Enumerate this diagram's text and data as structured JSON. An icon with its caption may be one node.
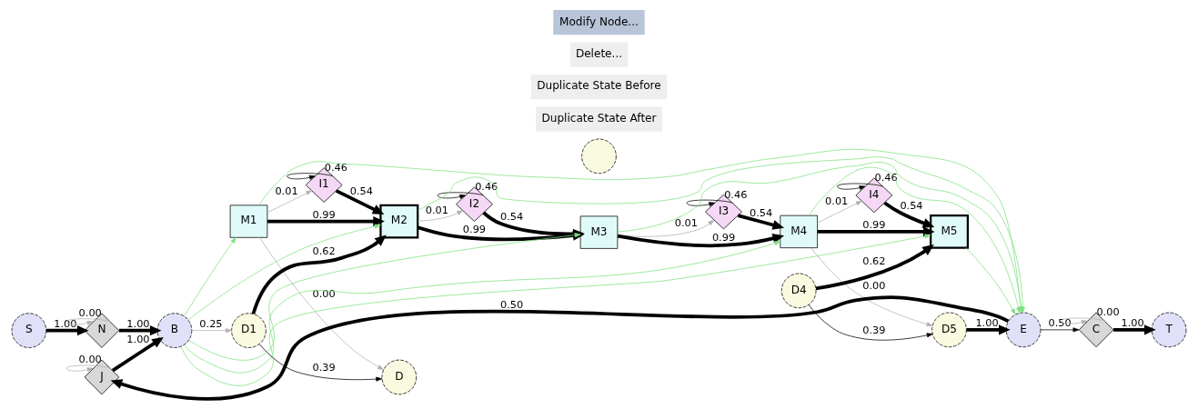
{
  "diagram": {
    "nodes": [
      {
        "text": [
          "I1"
        ]
      },
      {
        "text": [
          "I2"
        ]
      },
      {
        "text": [
          "I3"
        ]
      },
      {
        "text": [
          "I4"
        ]
      },
      {
        "text": [
          "M1"
        ]
      },
      {
        "text": [
          "M2"
        ]
      },
      {
        "text": [
          "M3"
        ]
      },
      {
        "text": [
          "M4"
        ]
      },
      {
        "text": [
          "M5"
        ]
      },
      {
        "text": [
          "E"
        ]
      },
      {
        "text": [
          "C"
        ]
      },
      {
        "text": [
          "T"
        ]
      },
      {
        "text": [
          "S"
        ]
      },
      {
        "text": [
          "N"
        ]
      },
      {
        "text": [
          "B"
        ]
      },
      {
        "text": [
          "D1"
        ]
      },
      {
        "text": [
          "D"
        ]
      },
      {
        "text": [],
        "shape": "circle"
      },
      {
        "text": [
          "D4"
        ]
      },
      {
        "text": [
          "D5"
        ]
      },
      {
        "text": [
          "J"
        ]
      }
    ],
    "edges": [
      {
        "from": 12,
        "to": 13,
        "arrow": "to",
        "label": "1.00",
        "style": "thick"
      },
      {
        "from": 13,
        "to": 13,
        "arrow": "to",
        "label": "0.00",
        "color": "#b0b0b0"
      },
      {
        "from": 13,
        "to": 14,
        "arrow": "to",
        "label": "1.00",
        "style": "thick"
      },
      {
        "from": 14,
        "to": 4,
        "arrow": "to",
        "color": "#80e080"
      },
      {
        "from": 14,
        "to": 5,
        "arrow": "to",
        "color": "#80e080"
      },
      {
        "from": 14,
        "to": 6,
        "arrow": "to",
        "color": "#80e080"
      },
      {
        "from": 14,
        "to": 7,
        "arrow": "to",
        "color": "#80e080"
      },
      {
        "from": 14,
        "to": 8,
        "arrow": "to",
        "color": "#80e080"
      },
      {
        "from": 14,
        "to": 15,
        "arrow": "to",
        "label": "0.25",
        "color": "#b0b0b0"
      },
      {
        "from": 4,
        "to": 5,
        "arrow": "to",
        "label": "0.99",
        "style": "thick"
      },
      {
        "from": 4,
        "to": 0,
        "arrow": "to",
        "label": "0.01",
        "color": "#b0b0b0"
      },
      {
        "from": 4,
        "to": 16,
        "arrow": "to",
        "label": "0.00",
        "color": "#b0b0b0"
      },
      {
        "from": 0,
        "to": 0,
        "arrow": "to",
        "label": "0.46"
      },
      {
        "from": 0,
        "to": 5,
        "arrow": "to",
        "label": "0.54",
        "style": "thick"
      },
      {
        "from": 15,
        "to": 5,
        "arrow": "to",
        "label": "0.62",
        "style": "thick"
      },
      {
        "from": 15,
        "to": 16,
        "arrow": "to",
        "label": "0.39"
      },
      {
        "from": 5,
        "to": 6,
        "arrow": "to",
        "label": "0.99",
        "style": "thick"
      },
      {
        "from": 5,
        "to": 1,
        "arrow": "to",
        "label": "0.01",
        "color": "#b0b0b0"
      },
      {
        "from": 1,
        "to": 1,
        "arrow": "to",
        "label": "0.46"
      },
      {
        "from": 1,
        "to": 6,
        "arrow": "to",
        "label": "0.54",
        "style": "thick"
      },
      {
        "from": 6,
        "to": 7,
        "arrow": "to",
        "label": "0.99",
        "style": "thick"
      },
      {
        "from": 6,
        "to": 2,
        "arrow": "to",
        "label": "0.01",
        "color": "#b0b0b0"
      },
      {
        "from": 2,
        "to": 2,
        "arrow": "to",
        "label": "0.46"
      },
      {
        "from": 2,
        "to": 7,
        "arrow": "to",
        "label": "0.54",
        "style": "thick"
      },
      {
        "from": 7,
        "to": 8,
        "arrow": "to",
        "label": "0.99",
        "style": "thick"
      },
      {
        "from": 7,
        "to": 3,
        "arrow": "to",
        "label": "0.01",
        "color": "#b0b0b0"
      },
      {
        "from": 7,
        "to": 19,
        "arrow": "to",
        "label": "0.00",
        "color": "#b0b0b0"
      },
      {
        "from": 3,
        "to": 3,
        "arrow": "to",
        "label": "0.46"
      },
      {
        "from": 3,
        "to": 8,
        "arrow": "to",
        "label": "0.54",
        "style": "thick"
      },
      {
        "from": 18,
        "to": 8,
        "arrow": "to",
        "label": "0.62",
        "style": "thick"
      },
      {
        "from": 18,
        "to": 19,
        "arrow": "to",
        "label": "0.39"
      },
      {
        "from": 4,
        "to": 9,
        "arrow": "to",
        "color": "#80e080"
      },
      {
        "from": 5,
        "to": 9,
        "arrow": "to",
        "color": "#80e080"
      },
      {
        "from": 6,
        "to": 9,
        "arrow": "to",
        "color": "#80e080"
      },
      {
        "from": 7,
        "to": 9,
        "arrow": "to",
        "color": "#80e080"
      },
      {
        "from": 8,
        "to": 9,
        "arrow": "to",
        "color": "#80e080"
      },
      {
        "from": 19,
        "to": 9,
        "arrow": "to",
        "label": "1.00",
        "style": "thick"
      },
      {
        "from": 9,
        "to": 10,
        "arrow": "to",
        "label": "0.50"
      },
      {
        "from": 10,
        "to": 10,
        "arrow": "to",
        "label": "0.00",
        "color": "#b0b0b0"
      },
      {
        "from": 10,
        "to": 11,
        "arrow": "to",
        "label": "1.00",
        "style": "thick"
      },
      {
        "from": 9,
        "to": 20,
        "arrow": "to",
        "label": "0.50",
        "style": "thick"
      },
      {
        "from": 20,
        "to": 20,
        "arrow": "to",
        "label": "0.00",
        "color": "#b0b0b0"
      },
      {
        "from": 20,
        "to": 14,
        "arrow": "to",
        "label": "1.00",
        "style": "thick"
      }
    ],
    "labels": [
      "Modify Node...",
      "Delete...",
      "Duplicate State Before",
      "Duplicate State After"
    ]
  }
}
